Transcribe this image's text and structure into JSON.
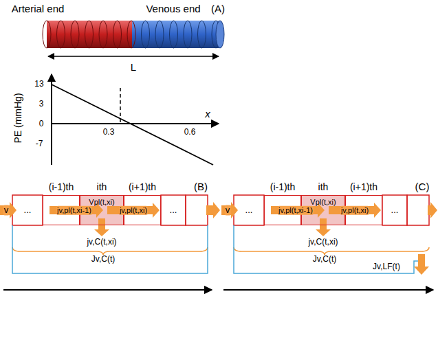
{
  "diagram": {
    "nodes": [
      {
        "text": [
          "(i-1)th"
        ]
      },
      {
        "text": [
          "ith",
          "Vpl(t,xi)"
        ]
      },
      {
        "text": [
          "(i+1)th"
        ]
      },
      {
        "text": [
          "(i-1)th"
        ]
      },
      {
        "text": [
          "ith",
          "Vpl(t,xi)"
        ]
      },
      {
        "text": [
          "(i+1)th"
        ]
      }
    ],
    "labels": [
      "Arterial end",
      "Venous end",
      "(A)",
      "L",
      "PE (mmHg)",
      "13",
      "3",
      "0",
      "-7",
      "x",
      "0.3",
      "0.6",
      "(B)",
      "v",
      "...",
      "jv,pl(t,xi-1)",
      "jv,pl(t,xi)",
      "...",
      "jv,C(t,xi)",
      "Jv,C(t)",
      "(C)",
      "v",
      "...",
      "jv,pl(t,xi-1)",
      "jv,pl(t,xi)",
      "...",
      "jv,C(t,xi)",
      "Jv,C(t)",
      "Jv,LF(t)"
    ]
  }
}
